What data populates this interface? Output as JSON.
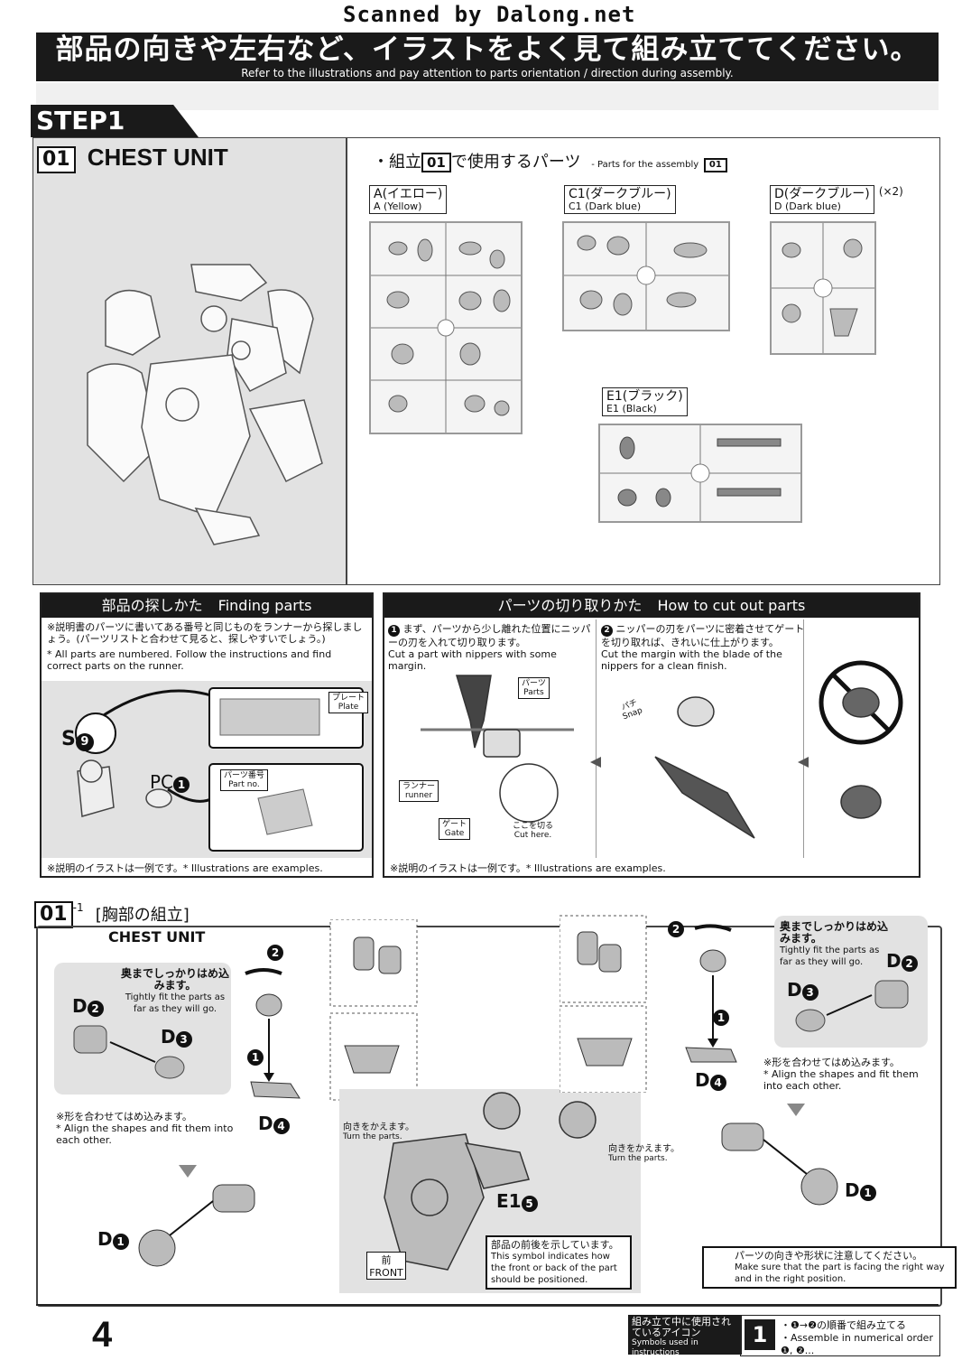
{
  "scan_credit": "Scanned by Dalong.net",
  "banner": {
    "jp": "部品の向きや左右など、イラストをよく見て組み立ててください。",
    "en": "Refer to the illustrations and pay attention to parts orientation / direction during assembly."
  },
  "step": "STEP1",
  "assembly": {
    "num": "01",
    "title": "CHEST UNIT"
  },
  "parts_header": {
    "jp_prefix": "・組立",
    "num": "01",
    "jp_suffix": "で使用するパーツ",
    "en": "- Parts for the assembly",
    "en_num": "01"
  },
  "runners": [
    {
      "jp": "A(イエロー)",
      "en": "A (Yellow)",
      "qty": ""
    },
    {
      "jp": "C1(ダークブルー)",
      "en": "C1 (Dark blue)",
      "qty": ""
    },
    {
      "jp": "D(ダークブルー)",
      "en": "D (Dark blue)",
      "qty": "(×2)"
    },
    {
      "jp": "E1(ブラック)",
      "en": "E1 (Black)",
      "qty": ""
    }
  ],
  "finding": {
    "title_jp": "部品の探しかた",
    "title_en": "Finding parts",
    "text_jp": "※説明書のパーツに書いてある番号と同じものをランナーから探しましょう。(パーツリストと合わせて見ると、探しやすいでしょう。)",
    "text_en": "* All parts are numbered. Follow the instructions and find correct parts on the runner.",
    "s_label": "S",
    "s_num": "9",
    "pc_label": "PC",
    "pc_num": "1",
    "plate_jp": "プレート",
    "plate_en": "Plate",
    "partno_jp": "パーツ番号",
    "partno_en": "Part no.",
    "note": "※説明のイラストは一例です。* Illustrations are examples."
  },
  "cutting": {
    "title_jp": "パーツの切り取りかた",
    "title_en": "How to cut out parts",
    "s1_num": "1",
    "s1_jp": "まず、パーツから少し離れた位置にニッパーの刃を入れて切り取ります。",
    "s1_en": "Cut a part with nippers with some margin.",
    "s2_num": "2",
    "s2_jp": "ニッパーの刃をパーツに密着させてゲートを切り取れば、きれいに仕上がります。",
    "s2_en": "Cut the margin with the blade of the nippers for a clean finish.",
    "parts_jp": "パーツ",
    "parts_en": "Parts",
    "runner_jp": "ランナー",
    "runner_en": "runner",
    "gate_jp": "ゲート",
    "gate_en": "Gate",
    "cuthere_jp": "ここを切る",
    "cuthere_en": "Cut here.",
    "snap_jp": "パチ",
    "snap_en": "Snap",
    "note": "※説明のイラストは一例です。* Illustrations are examples."
  },
  "sub": {
    "num": "01",
    "sub_suffix": "-1",
    "title_jp": "[胸部の組立]",
    "title_en": "CHEST UNIT"
  },
  "labels": {
    "fit_jp": "奥までしっかりはめ込みます。",
    "fit_en": "Tightly fit the parts as far as they will go.",
    "align_jp": "※形を合わせてはめ込みます。",
    "align_en": "* Align the shapes and fit them into each other.",
    "turn_jp": "向きをかえます。",
    "turn_en": "Turn the parts.",
    "front_symbol_jp": "部品の前後を示しています。",
    "front_symbol_en": "This symbol indicates how the front or back of the part should be positioned.",
    "front_jp": "前",
    "front_en": "FRONT",
    "orient_jp": "パーツの向きや形状に注意してください。",
    "orient_en": "Make sure that the part is facing the right way and in the right position.",
    "d2": "D2",
    "d3": "D3",
    "d4": "D4",
    "d1": "D1",
    "e15": "E1",
    "d2_letter": "D",
    "d2_num": "2",
    "d3_letter": "D",
    "d3_num": "3",
    "d4_letter": "D",
    "d4_num": "4",
    "d1_letter": "D",
    "d1_num": "1",
    "e1_letter": "E1",
    "e1_num": "5",
    "step1": "1",
    "step2": "2"
  },
  "footer": {
    "page": "4",
    "icons_jp": "組み立て中に使用されているアイコン",
    "icons_en": "Symbols used in instructions",
    "icon_num": "1",
    "legend_jp": "・❶→❷の順番で組み立てる",
    "legend_en": "・Assemble in numerical order ❶, ❷..."
  }
}
